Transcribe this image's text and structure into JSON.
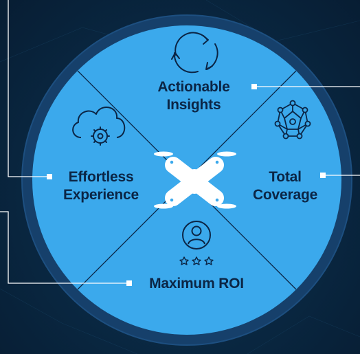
{
  "diagram": {
    "sections": [
      {
        "id": "actionable-insights",
        "title_line1": "Actionable",
        "title_line2": "Insights",
        "icon": "cycle-arrows-icon"
      },
      {
        "id": "total-coverage",
        "title_line1": "Total",
        "title_line2": "Coverage",
        "icon": "network-globe-icon"
      },
      {
        "id": "maximum-roi",
        "title_line1": "Maximum ROI",
        "title_line2": "",
        "icon": "user-rating-icon"
      },
      {
        "id": "effortless-experience",
        "title_line1": "Effortless",
        "title_line2": "Experience",
        "icon": "cloud-gear-icon"
      }
    ],
    "center_icon": "drone-icon"
  },
  "colors": {
    "background": "#0a2a45",
    "outer_ring": "#16406b",
    "circle_fill": "#3ba9ec",
    "text_dark": "#0b2545",
    "connector": "#ffffff"
  }
}
